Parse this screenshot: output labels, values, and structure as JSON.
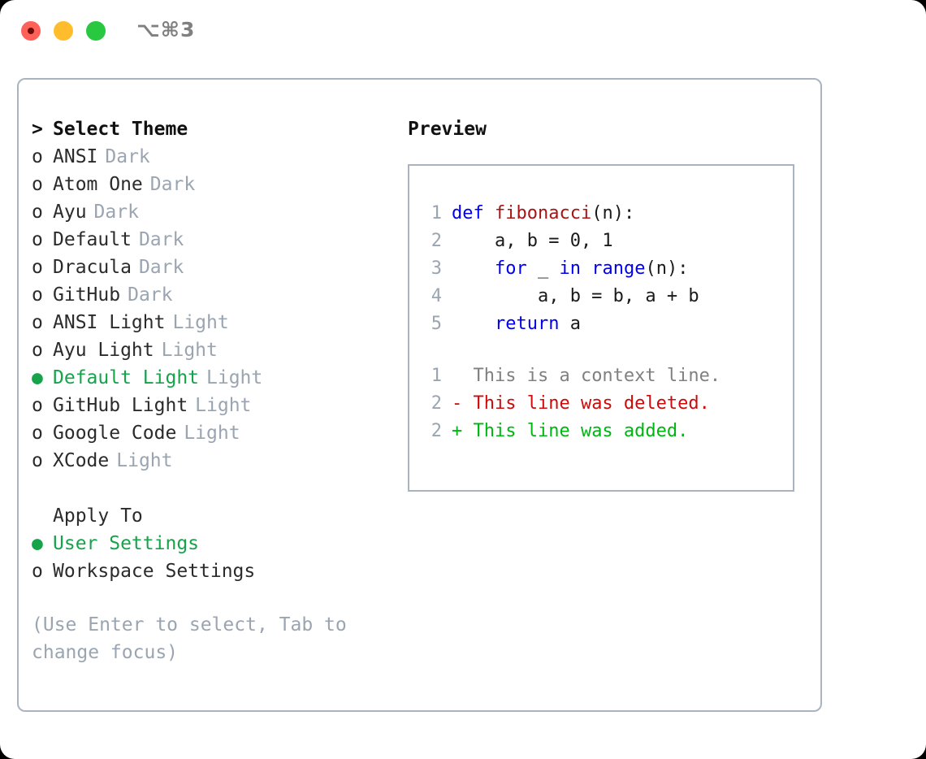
{
  "titlebar": {
    "shortcut": "⌥⌘3",
    "lights": [
      "close",
      "minimize",
      "maximize"
    ]
  },
  "colors": {
    "accent_green": "#16a34a",
    "muted": "#9aa5b1",
    "border": "#aab4c0",
    "keyword_blue": "#0000ee",
    "function_red": "#a81414",
    "diff_delete": "#cc0b0b",
    "diff_add": "#00b512",
    "light_red": "#ff6058",
    "light_yellow": "#ffbd2e",
    "light_green": "#28c840"
  },
  "theme_list": {
    "header_marker": ">",
    "header": "Select Theme",
    "items": [
      {
        "marker": "o",
        "label": "ANSI",
        "badge": "Dark",
        "selected": false
      },
      {
        "marker": "o",
        "label": "Atom One",
        "badge": "Dark",
        "selected": false
      },
      {
        "marker": "o",
        "label": "Ayu",
        "badge": "Dark",
        "selected": false
      },
      {
        "marker": "o",
        "label": "Default",
        "badge": "Dark",
        "selected": false
      },
      {
        "marker": "o",
        "label": "Dracula",
        "badge": "Dark",
        "selected": false
      },
      {
        "marker": "o",
        "label": "GitHub",
        "badge": "Dark",
        "selected": false
      },
      {
        "marker": "o",
        "label": "ANSI Light",
        "badge": "Light",
        "selected": false
      },
      {
        "marker": "o",
        "label": "Ayu Light",
        "badge": "Light",
        "selected": false
      },
      {
        "marker": "●",
        "label": "Default Light",
        "badge": "Light",
        "selected": true
      },
      {
        "marker": "o",
        "label": "GitHub Light",
        "badge": "Light",
        "selected": false
      },
      {
        "marker": "o",
        "label": "Google Code",
        "badge": "Light",
        "selected": false
      },
      {
        "marker": "o",
        "label": "XCode",
        "badge": "Light",
        "selected": false
      }
    ]
  },
  "apply_to": {
    "header": "Apply To",
    "items": [
      {
        "marker": "●",
        "label": "User Settings",
        "selected": true
      },
      {
        "marker": "o",
        "label": "Workspace Settings",
        "selected": false
      }
    ]
  },
  "hint": "(Use Enter to select, Tab to change focus)",
  "preview": {
    "title": "Preview",
    "code_lines": [
      {
        "number": "1",
        "tokens": [
          {
            "text": "def ",
            "kind": "kw"
          },
          {
            "text": "fibonacci",
            "kind": "fn"
          },
          {
            "text": "(n):",
            "kind": "plain"
          }
        ]
      },
      {
        "number": "2",
        "tokens": [
          {
            "text": "    a, b = 0, 1",
            "kind": "plain"
          }
        ]
      },
      {
        "number": "3",
        "tokens": [
          {
            "text": "    ",
            "kind": "plain"
          },
          {
            "text": "for",
            "kind": "kw"
          },
          {
            "text": " _ ",
            "kind": "plain"
          },
          {
            "text": "in",
            "kind": "kw"
          },
          {
            "text": " ",
            "kind": "plain"
          },
          {
            "text": "range",
            "kind": "kw"
          },
          {
            "text": "(n):",
            "kind": "plain"
          }
        ]
      },
      {
        "number": "4",
        "tokens": [
          {
            "text": "        a, b = b, a + b",
            "kind": "plain"
          }
        ]
      },
      {
        "number": "5",
        "tokens": [
          {
            "text": "    ",
            "kind": "plain"
          },
          {
            "text": "return",
            "kind": "kw"
          },
          {
            "text": " a",
            "kind": "plain"
          }
        ]
      }
    ],
    "diff_lines": [
      {
        "number": "1",
        "sign": " ",
        "text": " This is a context line.",
        "kind": "ctx"
      },
      {
        "number": "2",
        "sign": "-",
        "text": " This line was deleted.",
        "kind": "del"
      },
      {
        "number": "2",
        "sign": "+",
        "text": " This line was added.",
        "kind": "add"
      }
    ]
  }
}
